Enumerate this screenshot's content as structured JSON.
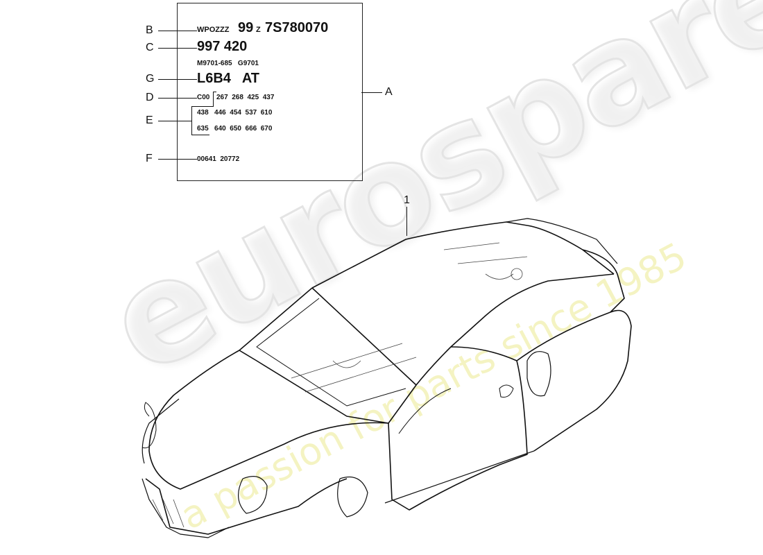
{
  "watermark": {
    "logo": "eurospares",
    "tagline": "a passion for parts since 1985",
    "logo_color": "#e4e4e4",
    "tagline_color": "#f3f2b8"
  },
  "label_plate": {
    "callout_id": "A",
    "rows": {
      "vin_prefix": "WPOZZZ",
      "vin_main": "99",
      "vin_z": "Z",
      "vin_suffix": "7S780070",
      "type": "997 420",
      "engine_gearbox": "M9701-685   G9701",
      "paint_interior": "L6B4   AT",
      "options_code": "C00",
      "options_row1": "267  268  425  437",
      "options_row2": "438   446  454  537  610",
      "options_row3": "635   640  650  666  670",
      "production": "00641  20772"
    }
  },
  "callouts": {
    "B": "B",
    "C": "C",
    "G": "G",
    "D": "D",
    "E": "E",
    "F": "F",
    "A": "A",
    "part1": "1"
  },
  "parts": [
    {
      "ref": "1",
      "name": "car-body"
    },
    {
      "ref": "A",
      "name": "vehicle-data-plate"
    }
  ]
}
